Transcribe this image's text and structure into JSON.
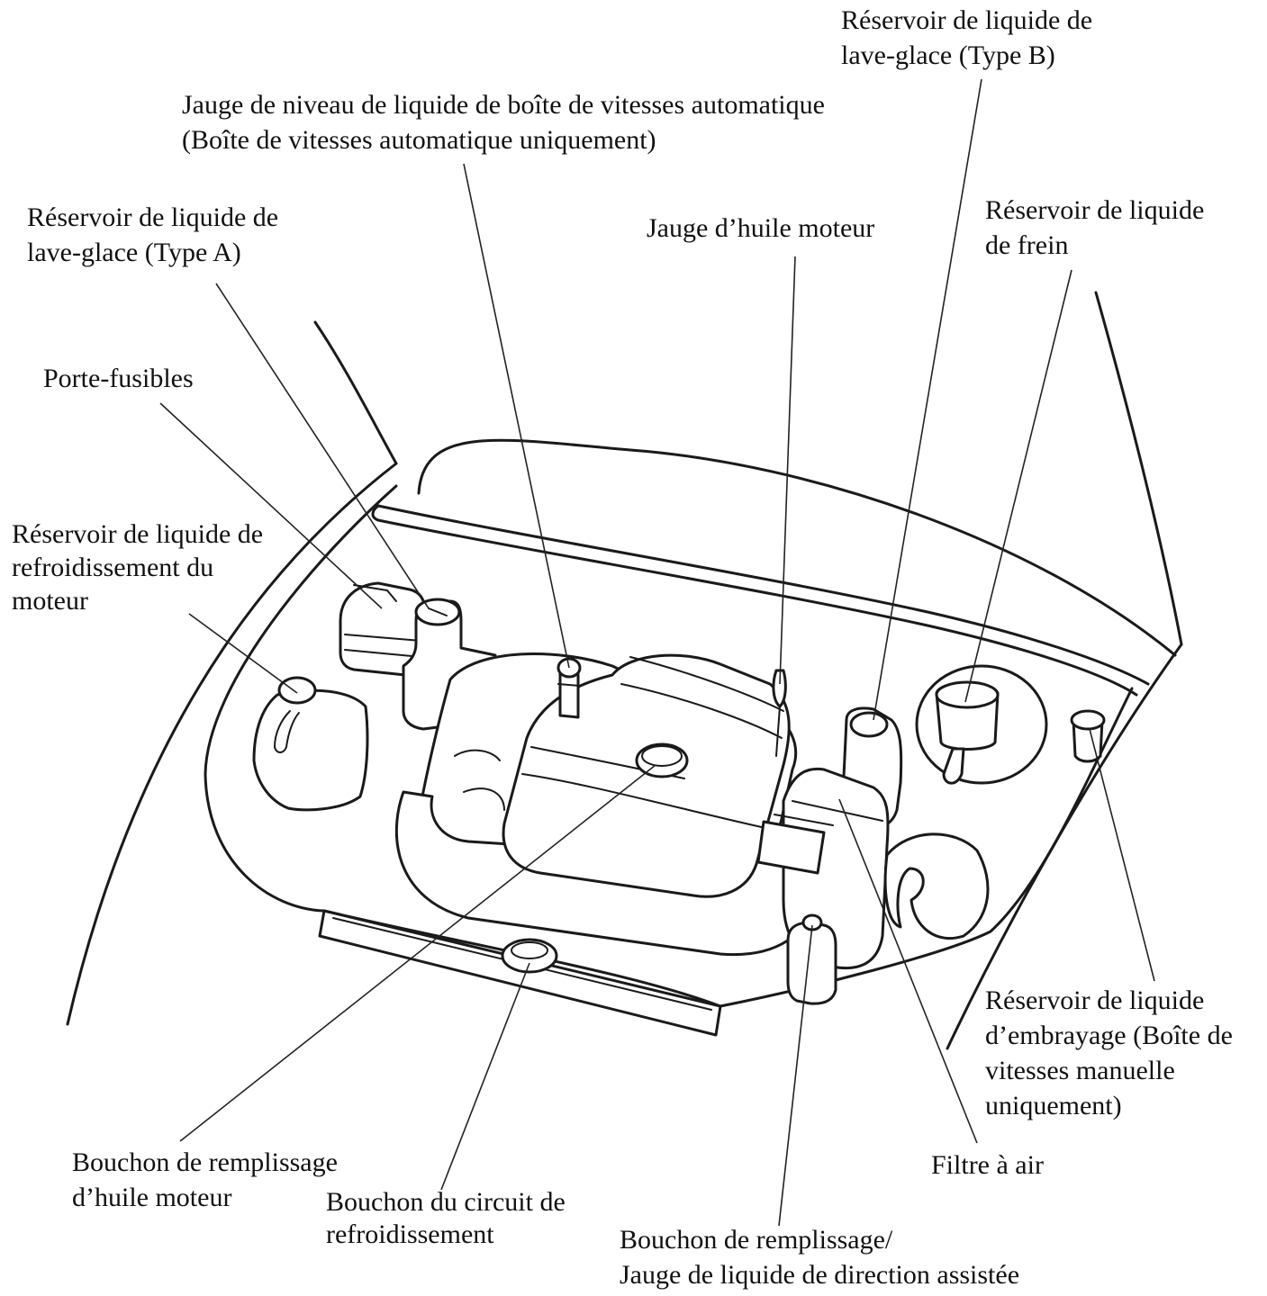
{
  "labels": {
    "washer_b": [
      "Réservoir de liquide de",
      "lave-glace (Type B)"
    ],
    "atf_dipstick": [
      "Jauge de niveau de liquide de boîte de vitesses automatique",
      "(Boîte de vitesses automatique uniquement)"
    ],
    "washer_a": [
      "Réservoir de liquide de",
      "lave-glace (Type A)"
    ],
    "oil_dipstick": [
      "Jauge d’huile moteur"
    ],
    "brake_fluid": [
      "Réservoir de liquide",
      "de frein"
    ],
    "fuse_box": [
      "Porte-fusibles"
    ],
    "coolant_reservoir": [
      "Réservoir de liquide de",
      "refroidissement du",
      "moteur"
    ],
    "clutch_fluid": [
      "Réservoir de liquide",
      "d’embrayage (Boîte de",
      "vitesses manuelle",
      "uniquement)"
    ],
    "oil_filler_cap": [
      "Bouchon de remplissage",
      "d’huile moteur"
    ],
    "air_filter": [
      "Filtre à air"
    ],
    "radiator_cap": [
      "Bouchon du circuit de",
      "refroidissement"
    ],
    "power_steering": [
      "Bouchon de remplissage/",
      "Jauge de liquide de direction assistée"
    ]
  }
}
